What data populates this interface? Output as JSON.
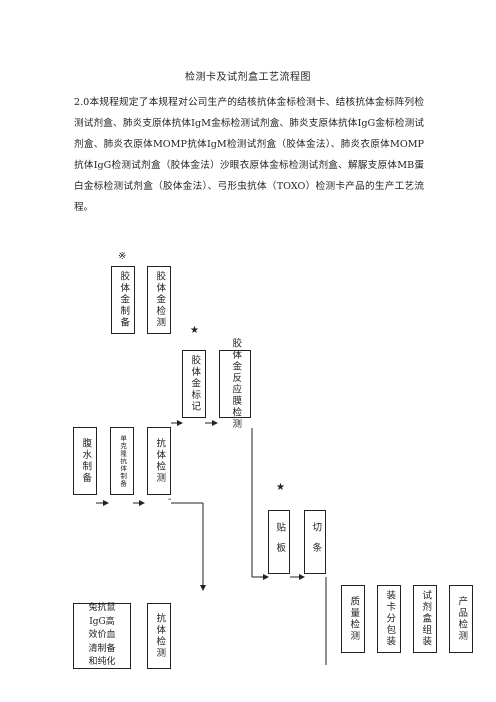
{
  "title": "检测卡及试剂盒工艺流程图",
  "paragraph": "2.0本规程规定了本规程对公司生产的结核抗体金标检测卡、结核抗体金标阵列检测试剂盒、肺炎支原体抗体IgM金标检测试剂盒、肺炎支原体抗体IgG金标检测试剂盒、肺炎衣原体MOMP抗体IgM检测试剂盒（胶体金法）、肺炎衣原体MOMP抗体IgG检测试剂盒（胶体金法）沙眼衣原体金标检测试剂盒、解脲支原体MB蛋白金标检测试剂盒（胶体金法）、弓形虫抗体（TOXO）检测卡产品的生产工艺流程。",
  "marks": {
    "ref": "※",
    "star1": "★",
    "star2": "★",
    "dash": "-"
  },
  "boxes": {
    "colloid_gold_prep": "胶体金制备",
    "colloid_gold_test": "胶体金检测",
    "colloid_gold_label": "胶体金标记",
    "colloid_gold_membrane": "胶体金反应膜检测",
    "ascites_prep": "腹水制备",
    "mab_prep": "单克隆抗体制备",
    "antibody_test_1": "抗体检测",
    "paste_board": "贴板",
    "cut_strip": "切条",
    "rabbit_igg": "兔抗鼠\nIgG高\n效价血\n清制备\n和纯化",
    "antibody_test_2": "抗体检测",
    "quality_test": "质量检测",
    "card_pack": "装卡分包装",
    "kit_assembly": "试剂盒组装",
    "product_test": "产品检测"
  }
}
